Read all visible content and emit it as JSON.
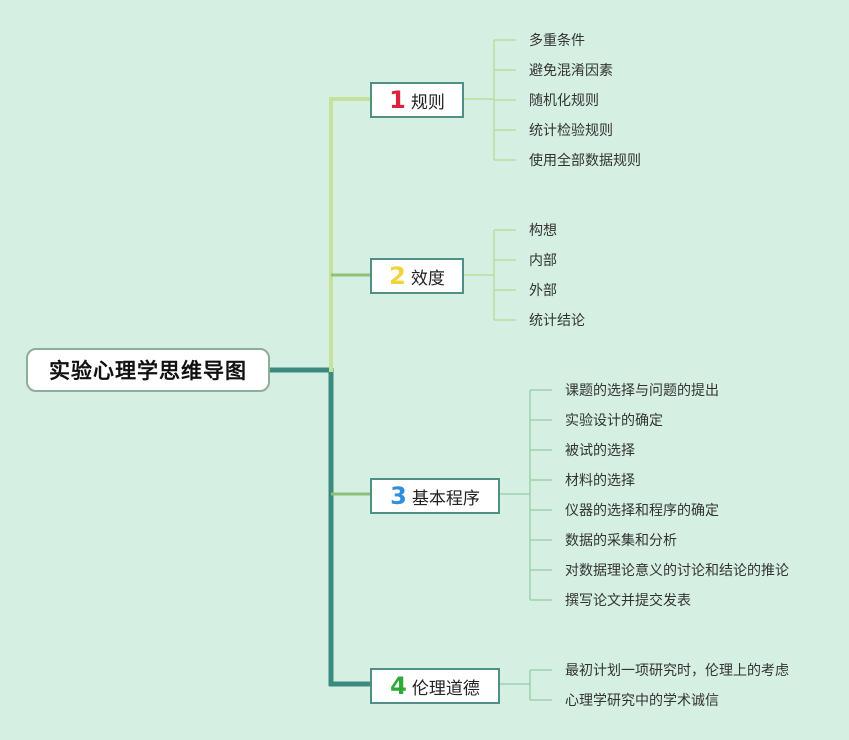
{
  "root": {
    "label": "实验心理学思维导图"
  },
  "colors": {
    "background": "#d5f0e2",
    "trunk": "#3a8a80",
    "light_trunk": "#c6e29a",
    "mid_connector": "#8fbf7a",
    "leaf_line": "#b9dca0",
    "leaf_line_lower": "#9fcfae"
  },
  "branches": [
    {
      "number": "1",
      "label": "规则",
      "number_color": "#d8243c",
      "children": [
        "多重条件",
        "避免混淆因素",
        "随机化规则",
        "统计检验规则",
        "使用全部数据规则"
      ]
    },
    {
      "number": "2",
      "label": "效度",
      "number_color": "#f4d23a",
      "children": [
        "构想",
        "内部",
        "外部",
        "统计结论"
      ]
    },
    {
      "number": "3",
      "label": "基本程序",
      "number_color": "#2f8fd8",
      "children": [
        "课题的选择与问题的提出",
        "实验设计的确定",
        "被试的选择",
        "材料的选择",
        "仪器的选择和程序的确定",
        "数据的采集和分析",
        "对数据理论意义的讨论和结论的推论",
        "撰写论文并提交发表"
      ]
    },
    {
      "number": "4",
      "label": "伦理道德",
      "number_color": "#2eaa3a",
      "children": [
        "最初计划一项研究时，伦理上的考虑",
        "心理学研究中的学术诚信"
      ]
    }
  ]
}
